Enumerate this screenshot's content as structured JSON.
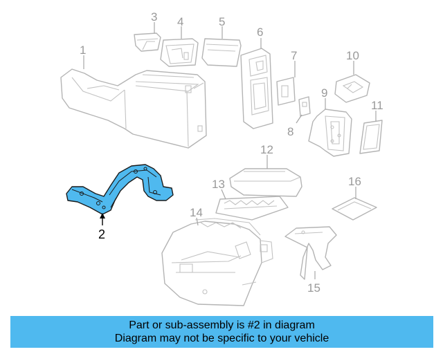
{
  "diagram": {
    "highlight_color": "#4fb9ef",
    "callouts": [
      {
        "id": "1",
        "label": "1"
      },
      {
        "id": "2",
        "label": "2"
      },
      {
        "id": "3",
        "label": "3"
      },
      {
        "id": "4",
        "label": "4"
      },
      {
        "id": "5",
        "label": "5"
      },
      {
        "id": "6",
        "label": "6"
      },
      {
        "id": "7",
        "label": "7"
      },
      {
        "id": "8",
        "label": "8"
      },
      {
        "id": "9",
        "label": "9"
      },
      {
        "id": "10",
        "label": "10"
      },
      {
        "id": "11",
        "label": "11"
      },
      {
        "id": "12",
        "label": "12"
      },
      {
        "id": "13",
        "label": "13"
      },
      {
        "id": "14",
        "label": "14"
      },
      {
        "id": "15",
        "label": "15"
      },
      {
        "id": "16",
        "label": "16"
      }
    ],
    "highlighted_part": "2"
  },
  "banner": {
    "line1": "Part or sub-assembly is #2 in diagram",
    "line2": "Diagram may not be specific to your vehicle",
    "color": "#4fb9ef"
  }
}
